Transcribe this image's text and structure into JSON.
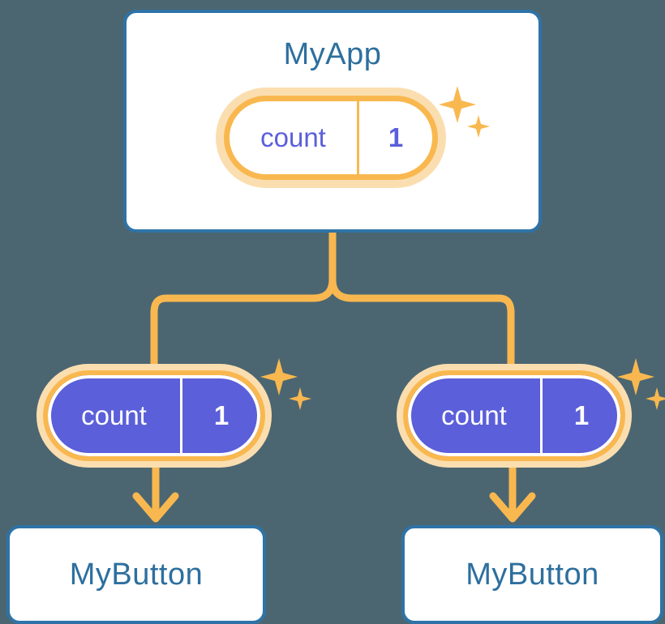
{
  "theme": {
    "background": "#4c6671",
    "card_border": "#2e73a7",
    "card_fill": "#ffffff",
    "card_text": "#2d6f9e",
    "accent_orange": "#f9b84f",
    "accent_orange_soft": "#fbdeb0",
    "state_purple": "#5b5fd9",
    "state_text_light": "#ffffff",
    "state_text_dark": "#5b5fd9"
  },
  "diagram": {
    "type": "component-state-propagation-tree",
    "root": {
      "title": "MyApp",
      "state": {
        "key": "count",
        "value": "1"
      }
    },
    "children": [
      {
        "title": "MyButton",
        "state": {
          "key": "count",
          "value": "1"
        }
      },
      {
        "title": "MyButton",
        "state": {
          "key": "count",
          "value": "1"
        }
      }
    ],
    "icons": {
      "sparkle_large": "sparkle-icon",
      "sparkle_small": "sparkle-small-icon",
      "arrow": "arrow-down-icon",
      "branch": "branch-connector-icon"
    }
  }
}
